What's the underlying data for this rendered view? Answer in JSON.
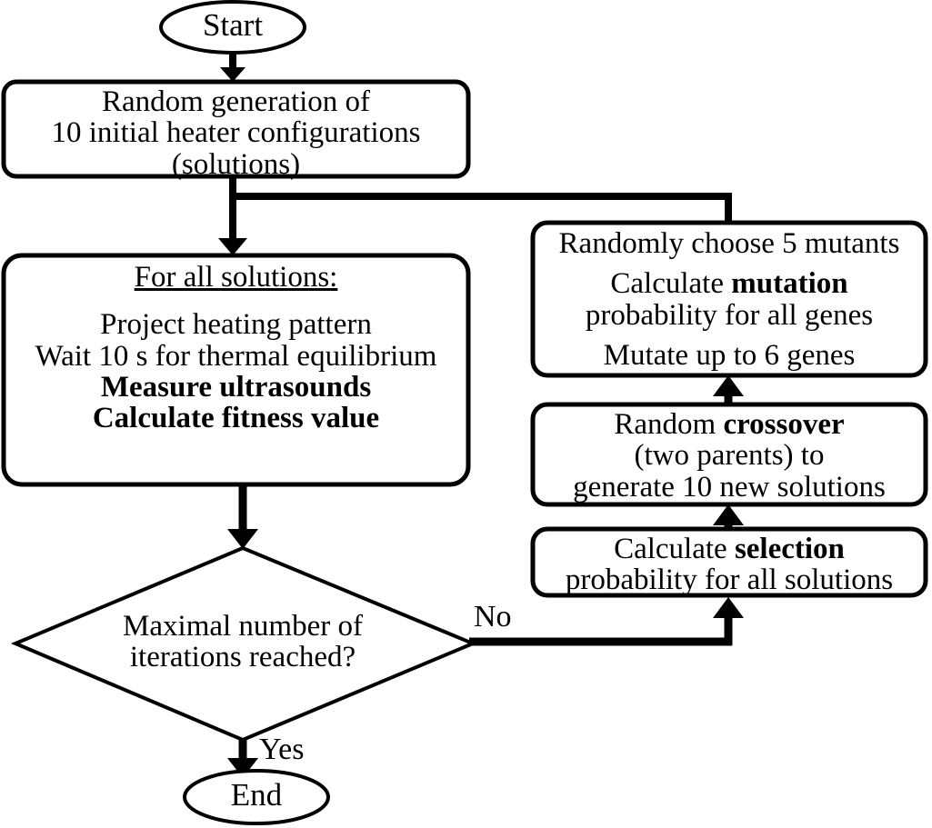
{
  "diagram": {
    "title": "Genetic algorithm flowchart",
    "type": "flowchart",
    "colors": {
      "stroke": "#000000",
      "fill": "#ffffff",
      "text": "#000000"
    },
    "nodes": {
      "start": {
        "shape": "ellipse",
        "label": "Start"
      },
      "init": {
        "shape": "rounded-rect",
        "lines": [
          "Random generation of",
          "10 initial heater configurations",
          "(solutions)"
        ]
      },
      "evaluate": {
        "shape": "rounded-rect",
        "heading": "For all solutions:",
        "lines": [
          "Project heating pattern",
          "Wait 10 s for thermal equilibrium"
        ],
        "bold_lines": [
          "Measure ultrasounds",
          "Calculate fitness value"
        ]
      },
      "decision": {
        "shape": "diamond",
        "lines": [
          "Maximal number of",
          "iterations reached?"
        ]
      },
      "end": {
        "shape": "ellipse",
        "label": "End"
      },
      "mutation": {
        "shape": "rounded-rect",
        "line1": "Randomly choose 5 mutants",
        "line2_prefix": "Calculate ",
        "line2_bold": "mutation",
        "line3": "probability for all genes",
        "line4": "Mutate up to 6 genes"
      },
      "crossover": {
        "shape": "rounded-rect",
        "line1_prefix": "Random ",
        "line1_bold": "crossover",
        "line2": "(two parents) to",
        "line3": "generate 10 new solutions"
      },
      "selection": {
        "shape": "rounded-rect",
        "line1_prefix": "Calculate ",
        "line1_bold": "selection",
        "line2": "probability for all solutions"
      }
    },
    "edge_labels": {
      "no": "No",
      "yes": "Yes"
    }
  }
}
